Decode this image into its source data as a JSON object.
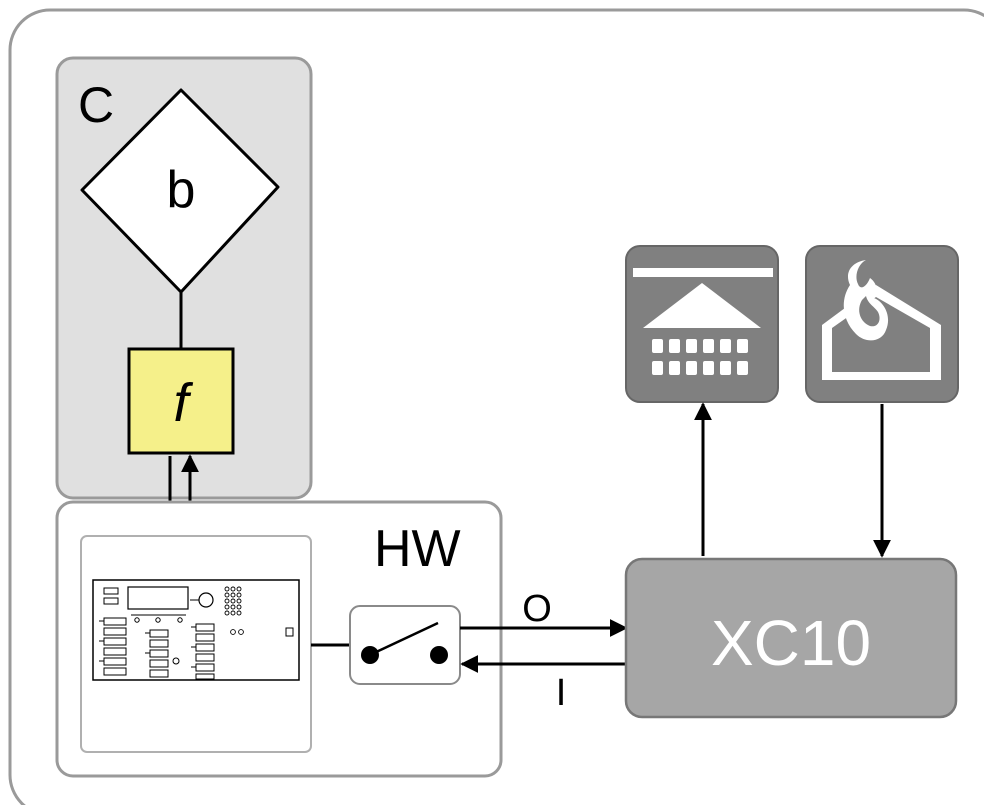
{
  "outer_frame": {},
  "controller": {
    "label": "C",
    "diamond_label": "b",
    "function_label": "f"
  },
  "hardware": {
    "label": "HW"
  },
  "device": {
    "label": "XC10"
  },
  "signals": {
    "output_label": "O",
    "input_label": "I"
  },
  "icons": {
    "sprinkler": "sprinkler-icon",
    "fire": "fire-house-icon"
  },
  "colors": {
    "frame_stroke": "#9a9a9a",
    "controller_bg": "#e0e0e0",
    "function_fill": "#f5f08a",
    "device_fill": "#a6a6a6",
    "icon_fill": "#808080",
    "arrow": "#000000"
  }
}
